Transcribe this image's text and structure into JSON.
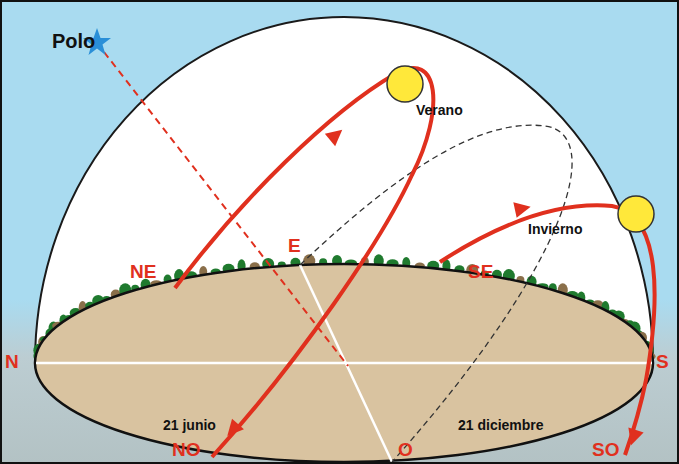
{
  "diagram": {
    "labels": [
      "Polo",
      "Verano",
      "NE",
      "E",
      "SE",
      "Invierno",
      "N",
      "S",
      "21 junio",
      "21 diciembre",
      "NO",
      "O",
      "SO"
    ]
  }
}
